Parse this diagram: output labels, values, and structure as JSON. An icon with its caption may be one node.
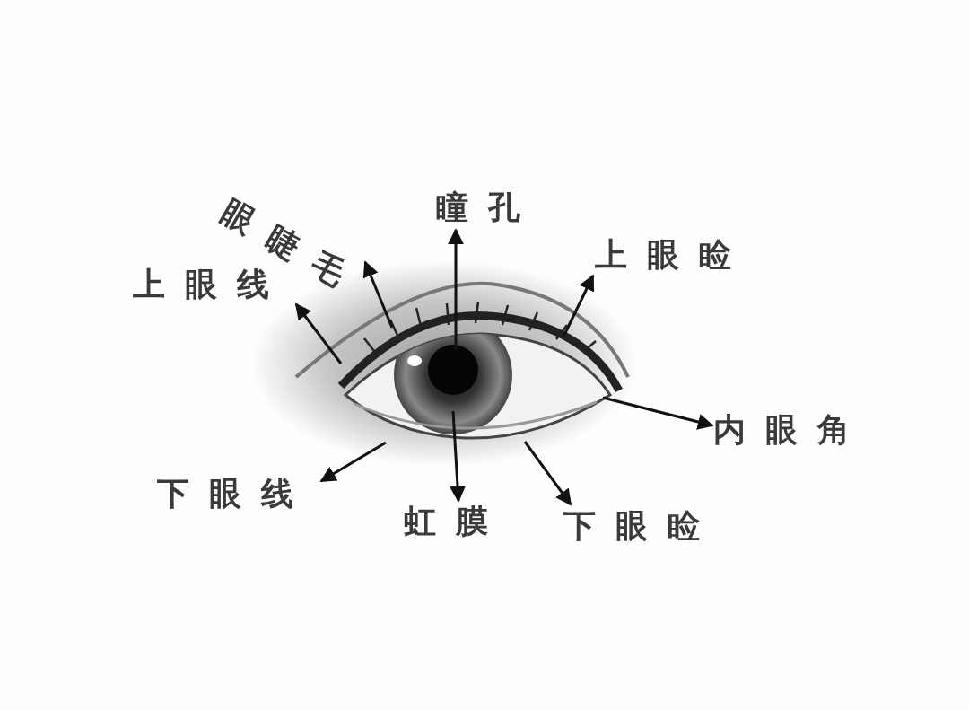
{
  "diagram": {
    "nodes": [
      {
        "text": [
          "眼睫毛"
        ]
      },
      {
        "text": [
          "瞳孔"
        ]
      },
      {
        "text": [
          "上眼睑"
        ]
      },
      {
        "text": [
          "上眼线"
        ]
      },
      {
        "text": [
          "内眼角"
        ]
      },
      {
        "text": [
          "下眼线"
        ]
      },
      {
        "text": [
          "虹膜"
        ]
      },
      {
        "text": [
          "下眼睑"
        ]
      }
    ],
    "edges": [
      {
        "from": null,
        "to": 3,
        "arrow": "to"
      },
      {
        "from": null,
        "to": 0,
        "arrow": "to"
      },
      {
        "from": null,
        "to": 1,
        "arrow": "to"
      },
      {
        "from": null,
        "to": 2,
        "arrow": "to"
      },
      {
        "from": null,
        "to": 4,
        "arrow": "to"
      },
      {
        "from": null,
        "to": 5,
        "arrow": "to"
      },
      {
        "from": null,
        "to": 6,
        "arrow": "to"
      },
      {
        "from": null,
        "to": 7,
        "arrow": "to"
      }
    ]
  }
}
